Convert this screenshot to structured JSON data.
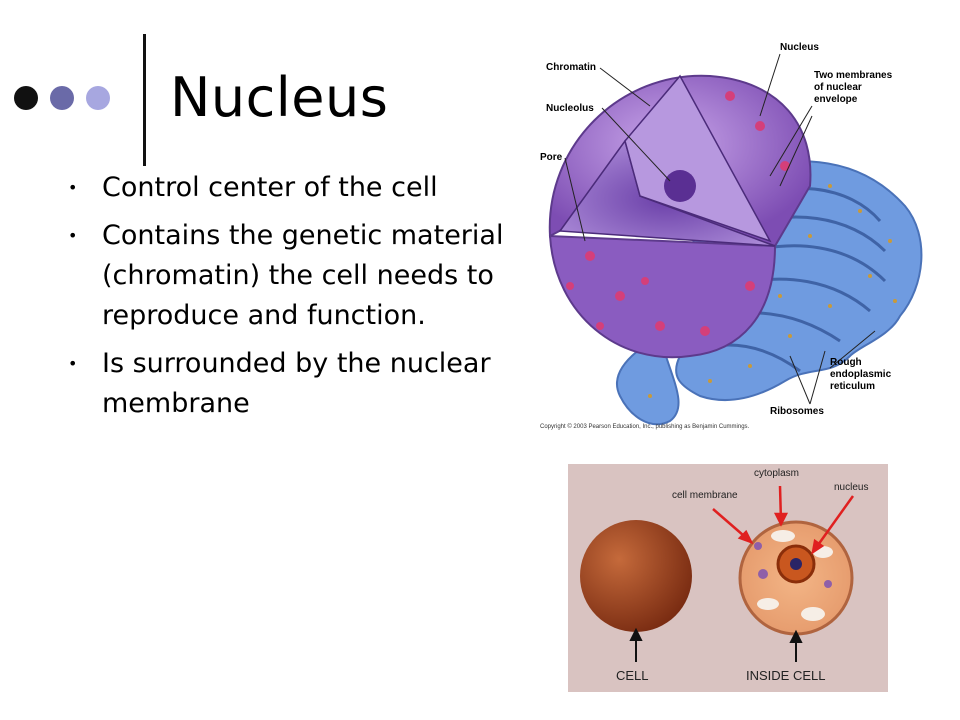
{
  "slide": {
    "title": "Nucleus",
    "bullets": [
      "Control center of the cell",
      "Contains the genetic material (chromatin) the cell needs to reproduce and function.",
      "Is surrounded by the nuclear membrane"
    ],
    "colors": {
      "dot_dark": "#111111",
      "dot_mid": "#6a6aa8",
      "dot_light": "#a7a7e0",
      "nucleus_purple": "#9a6bc9",
      "er_blue": "#6f9be0",
      "pore_pink": "#d43f7a",
      "arrow_red": "#e02020"
    }
  },
  "nucleus_diagram": {
    "labels": {
      "nucleus": "Nucleus",
      "membranes": [
        "Two membranes",
        "of nuclear",
        "envelope"
      ],
      "chromatin": "Chromatin",
      "nucleolus": "Nucleolus",
      "pore": "Pore",
      "rough_er": [
        "Rough",
        "endoplasmic",
        "reticulum"
      ],
      "ribosomes": "Ribosomes"
    },
    "copyright": "Copyright © 2003 Pearson Education, Inc., publishing as Benjamin Cummings."
  },
  "cell_diagram": {
    "labels": {
      "cytoplasm": "cytoplasm",
      "cell_membrane": "cell membrane",
      "nucleus": "nucleus",
      "cell": "CELL",
      "inside_cell": "INSIDE CELL"
    }
  }
}
